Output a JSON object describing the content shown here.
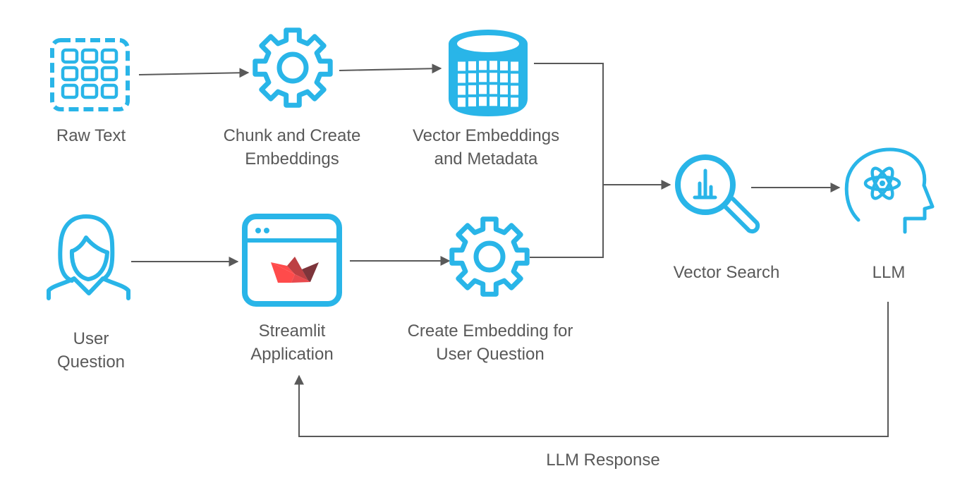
{
  "colors": {
    "icon": "#29b5e8",
    "connector": "#595959",
    "text": "#595959",
    "streamlit_light": "#ff4b4b",
    "streamlit_mid": "#bd4043",
    "streamlit_dark": "#7d353b"
  },
  "nodes": [
    {
      "id": "raw-text",
      "icon": "grid-dashed-icon",
      "label_lines": [
        "Raw Text"
      ]
    },
    {
      "id": "chunk",
      "icon": "gear-icon",
      "label_lines": [
        "Chunk and Create",
        "Embeddings"
      ]
    },
    {
      "id": "vector-db",
      "icon": "database-icon",
      "label_lines": [
        "Vector Embeddings",
        "and Metadata"
      ]
    },
    {
      "id": "user-question",
      "icon": "user-icon",
      "label_lines": [
        "User",
        "Question"
      ]
    },
    {
      "id": "streamlit",
      "icon": "browser-streamlit-icon",
      "label_lines": [
        "Streamlit",
        "Application"
      ]
    },
    {
      "id": "embed-question",
      "icon": "gear-icon",
      "label_lines": [
        "Create Embedding for",
        "User Question"
      ]
    },
    {
      "id": "vector-search",
      "icon": "magnifier-chart-icon",
      "label_lines": [
        "Vector Search"
      ]
    },
    {
      "id": "llm",
      "icon": "head-atom-icon",
      "label_lines": [
        "LLM"
      ]
    }
  ],
  "edges": [
    {
      "from": "raw-text",
      "to": "chunk"
    },
    {
      "from": "chunk",
      "to": "vector-db"
    },
    {
      "from": "vector-db",
      "to": "vector-search"
    },
    {
      "from": "user-question",
      "to": "streamlit"
    },
    {
      "from": "streamlit",
      "to": "embed-question"
    },
    {
      "from": "embed-question",
      "to": "vector-search"
    },
    {
      "from": "vector-search",
      "to": "llm"
    },
    {
      "from": "llm",
      "to": "streamlit",
      "label": "LLM Response"
    }
  ],
  "edge_labels": {
    "llm_response": "LLM Response"
  }
}
